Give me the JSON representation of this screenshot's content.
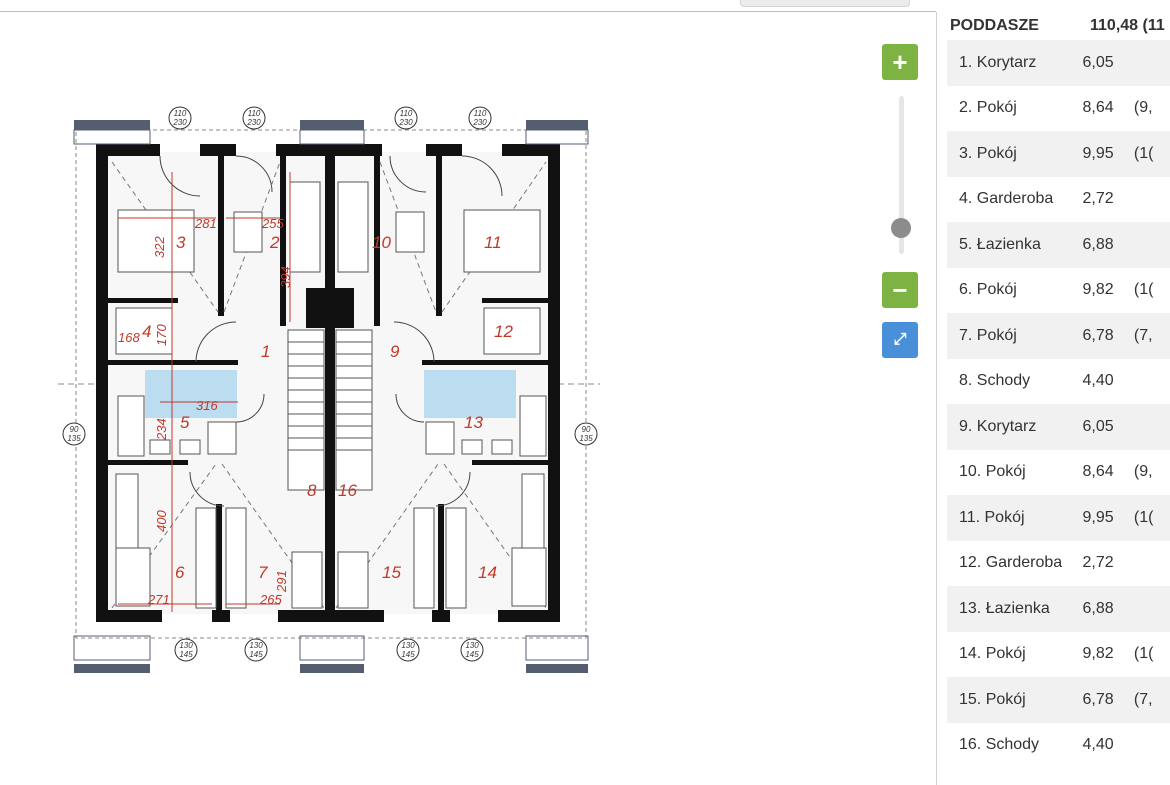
{
  "plan": {
    "room_numbers": [
      "1",
      "2",
      "3",
      "4",
      "5",
      "6",
      "7",
      "8",
      "9",
      "10",
      "11",
      "12",
      "13",
      "14",
      "15",
      "16"
    ],
    "dimensions": {
      "d281": "281",
      "d255": "255",
      "d322": "322",
      "d394": "394",
      "d168": "168",
      "d170": "170",
      "d316": "316",
      "d234": "234",
      "d400": "400",
      "d271": "271",
      "d291": "291",
      "d265": "265"
    },
    "window_top": {
      "a": "110",
      "b": "230"
    },
    "window_side": {
      "a": "90",
      "b": "135"
    },
    "window_bottom": {
      "a": "130",
      "b": "145"
    }
  },
  "controls": {
    "zoom_in": "+",
    "zoom_out": "−",
    "fullscreen": "⤢"
  },
  "panel": {
    "header": {
      "name": "PODDASZE",
      "area": "110,48 (11"
    },
    "rooms": [
      {
        "name": "1. Korytarz",
        "area": "6,05",
        "extra": ""
      },
      {
        "name": "2. Pokój",
        "area": "8,64",
        "extra": "(9,"
      },
      {
        "name": "3. Pokój",
        "area": "9,95",
        "extra": "(1("
      },
      {
        "name": "4. Garderoba",
        "area": "2,72",
        "extra": ""
      },
      {
        "name": "5. Łazienka",
        "area": "6,88",
        "extra": ""
      },
      {
        "name": "6. Pokój",
        "area": "9,82",
        "extra": "(1("
      },
      {
        "name": "7. Pokój",
        "area": "6,78",
        "extra": "(7,"
      },
      {
        "name": "8. Schody",
        "area": "4,40",
        "extra": ""
      },
      {
        "name": "9. Korytarz",
        "area": "6,05",
        "extra": ""
      },
      {
        "name": "10. Pokój",
        "area": "8,64",
        "extra": "(9,"
      },
      {
        "name": "11. Pokój",
        "area": "9,95",
        "extra": "(1("
      },
      {
        "name": "12. Garderoba",
        "area": "2,72",
        "extra": ""
      },
      {
        "name": "13. Łazienka",
        "area": "6,88",
        "extra": ""
      },
      {
        "name": "14. Pokój",
        "area": "9,82",
        "extra": "(1("
      },
      {
        "name": "15. Pokój",
        "area": "6,78",
        "extra": "(7,"
      },
      {
        "name": "16. Schody",
        "area": "4,40",
        "extra": ""
      }
    ]
  },
  "colors": {
    "zoom_green": "#7cb342",
    "fullscreen_blue": "#4a90d9",
    "bathroom_fill": "#bcdcf0",
    "wall": "#111111",
    "window_frame": "#555e6e",
    "annotation_red": "#c0392b"
  }
}
